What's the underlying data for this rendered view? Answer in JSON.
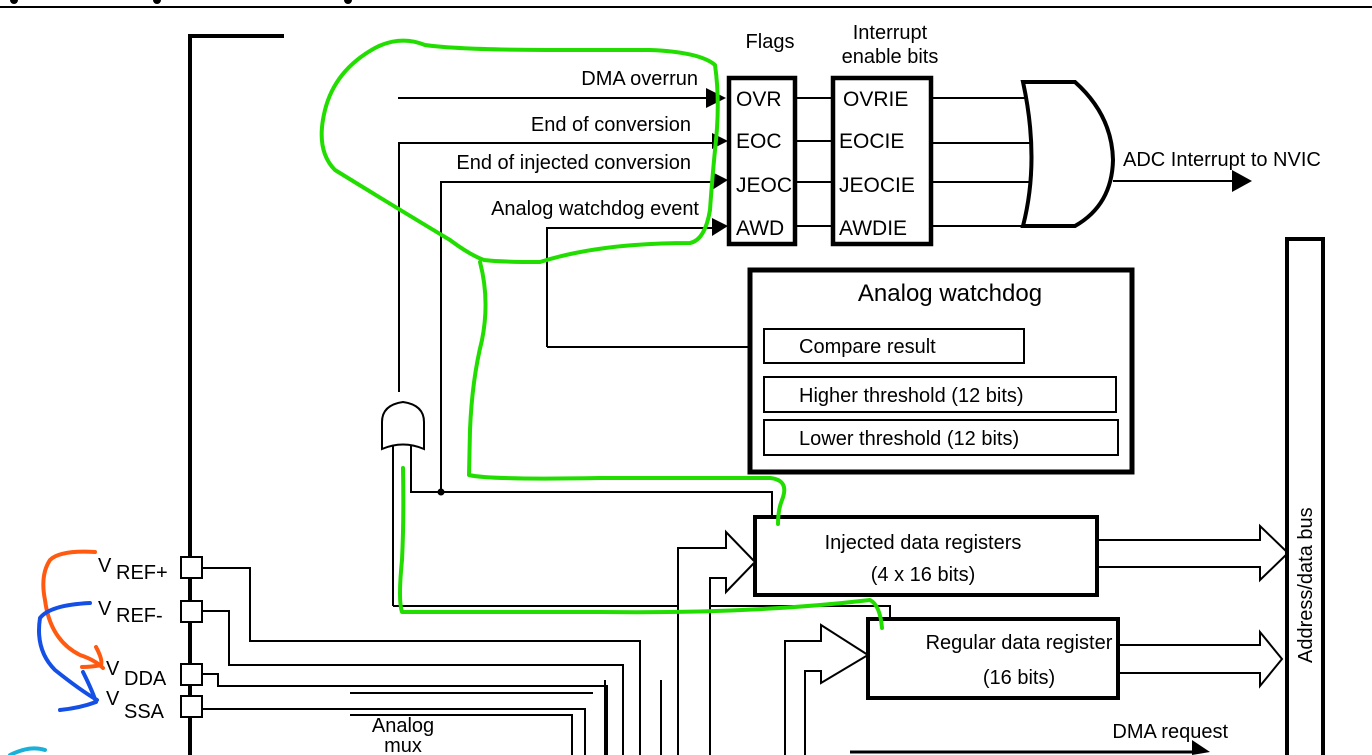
{
  "diagram": {
    "title_partial": "Single ADC block diagram",
    "flags": {
      "header": "Flags",
      "items": [
        "OVR",
        "EOC",
        "JEOC",
        "AWD"
      ]
    },
    "interrupt_enable": {
      "header_line1": "Interrupt",
      "header_line2": "enable bits",
      "items": [
        "OVRIE",
        "EOCIE",
        "JEOCIE",
        "AWDIE"
      ]
    },
    "signals": {
      "dma_overrun": "DMA overrun",
      "end_of_conversion": "End of conversion",
      "end_of_injected_conversion": "End of injected conversion",
      "analog_watchdog_event": "Analog watchdog event"
    },
    "interrupt_output": "ADC Interrupt to NVIC",
    "analog_watchdog": {
      "title": "Analog watchdog",
      "compare_result": "Compare result",
      "higher_threshold": "Higher threshold (12 bits)",
      "lower_threshold": "Lower threshold (12 bits)"
    },
    "injected_registers": {
      "line1": "Injected data registers",
      "line2": "(4 x 16 bits)"
    },
    "regular_register": {
      "line1": "Regular data register",
      "line2": "(16 bits)"
    },
    "address_bus": "Address/data bus",
    "dma_request": "DMA request",
    "analog_mux": {
      "line1": "Analog",
      "line2": "mux"
    },
    "pins": [
      {
        "main": "V",
        "sub": "REF+"
      },
      {
        "main": "V",
        "sub": "REF-"
      },
      {
        "main": "V",
        "sub": "DDA"
      },
      {
        "main": "V",
        "sub": "SSA"
      }
    ],
    "annotations": {
      "green": "#22dd00",
      "orange": "#ff5a10",
      "blue": "#1450e6",
      "cyan": "#1ab0d8"
    }
  }
}
